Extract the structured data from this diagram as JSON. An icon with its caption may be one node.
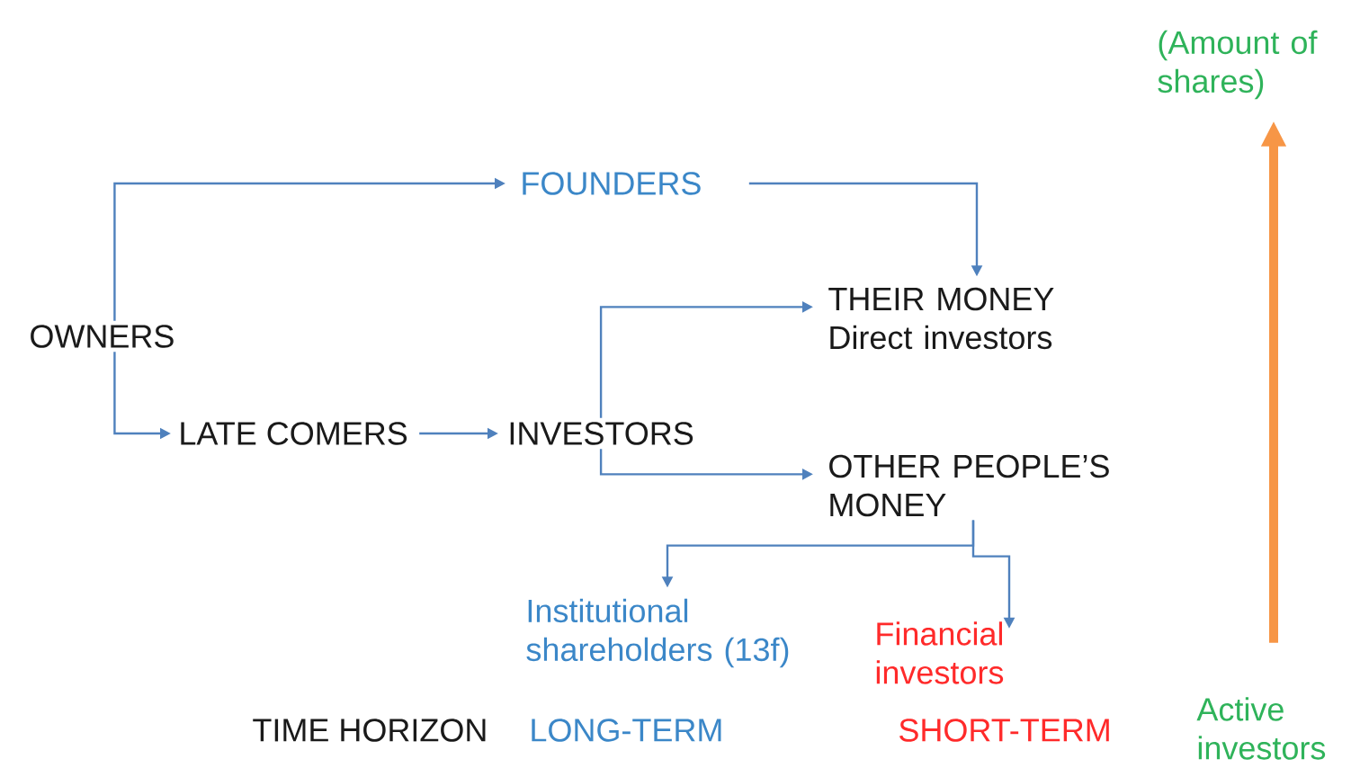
{
  "diagram": {
    "nodes": [
      {
        "text": [
          "OWNERS"
        ]
      },
      {
        "text": [
          "FOUNDERS"
        ]
      },
      {
        "text": [
          "LATE COMERS"
        ]
      },
      {
        "text": [
          "INVESTORS"
        ]
      },
      {
        "text": [
          "THEIR MONEY",
          "Direct investors"
        ]
      },
      {
        "text": [
          "OTHER PEOPLE’S MONEY"
        ]
      },
      {
        "text": [
          "Institutional shareholders (13f)"
        ]
      },
      {
        "text": [
          "Financial investors"
        ]
      },
      {
        "text": [
          "(Amount of shares)"
        ]
      },
      {
        "text": [
          "Active investors"
        ]
      }
    ],
    "edges": [
      {
        "from": 0,
        "to": 1,
        "arrow": "to"
      },
      {
        "from": 0,
        "to": 2,
        "arrow": "to"
      },
      {
        "from": 2,
        "to": 3,
        "arrow": "to"
      },
      {
        "from": 1,
        "to": 4,
        "arrow": "to"
      },
      {
        "from": 3,
        "to": 4,
        "arrow": "to"
      },
      {
        "from": 3,
        "to": 5,
        "arrow": "to"
      },
      {
        "from": 5,
        "to": 6,
        "arrow": "to"
      },
      {
        "from": 5,
        "to": 7,
        "arrow": "to"
      },
      {
        "from": 9,
        "to": 8,
        "arrow": "to",
        "style": "thick",
        "color": "#f79646"
      }
    ],
    "labels": [
      "TIME HORIZON",
      "LONG-TERM",
      "SHORT-TERM"
    ]
  }
}
